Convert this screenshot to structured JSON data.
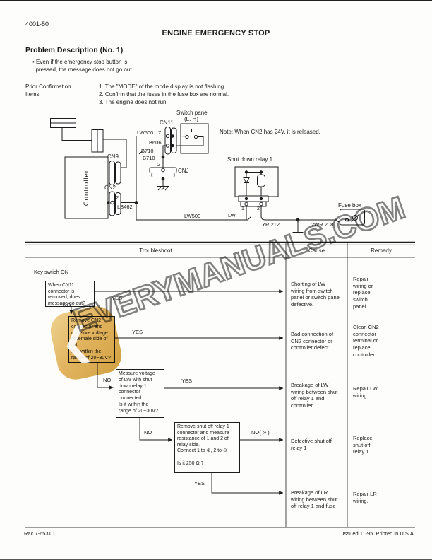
{
  "page": {
    "code": "4001-50",
    "title": "ENGINE EMERGENCY STOP"
  },
  "problem": {
    "heading": "Problem Description (No. 1)",
    "bullet": "• Even if the emergency stop button is\n  pressed, the message does not go out."
  },
  "prior": {
    "label": "Prior Confirmation\nItems",
    "items": "1. The \"MODE\" of the mode display is not flashing.\n2. Confirm that the fuses in the fuse box are normal.\n3. The engine does not run."
  },
  "diagram": {
    "note": "Note: When CN2 has 24V, it is released.",
    "switch_panel": "Switch panel",
    "switch_panel_sub": "(L. H)",
    "cn11": "CN11",
    "pin7": "7",
    "lw500_top": "LW500",
    "b606": "B606",
    "b710_a": "B710",
    "b710_b": "B710",
    "pin2_cnj": "2",
    "cnj": "CNJ",
    "cn9": "CN9",
    "cn2": "CN2",
    "pin2_cn2": "2",
    "lb462": "LB462",
    "controller": "Controller",
    "shutdown_relay": "Shut down relay 1",
    "relay_pin1": "1",
    "relay_pin2": "2",
    "lw500_bottom": "LW500",
    "lw": "LW",
    "yr212": "YR 212",
    "wr208": "2WR 208",
    "fuse_box": "Fuse box"
  },
  "table": {
    "col_troubleshoot": "Troubleshoot",
    "col_cause": "Cause",
    "col_remedy": "Remedy"
  },
  "flowchart": {
    "start": "Key swtich ON",
    "box1": "When CN11\nconnector is\nremoved, does\nmessage go out?",
    "box2": "Remove CN2\nconnector and\nmeasure voltage\nof female side of\nLB.\nIs it within the\nrange of 20~30V?",
    "box3": "Measure voltage\nof LW with shut\ndown relay 1\nconnector\nconnected.\nIs it within the\nrange of 20~30V?",
    "box4": "Remove shut off relay 1\nconnector and measure\nresistance of 1 and 2 of\nrelay side.\nConnect 1 to ⊕, 2 to ⊖\n\nIs it 250 Ω ?",
    "yes1": "YES",
    "no1": "NO",
    "yes2": "YES",
    "no2": "NO",
    "yes3": "YES",
    "no3": "NO",
    "no4": "NO( ∞ )",
    "yes4": "YES"
  },
  "rows": [
    {
      "cause": "Shorting of LW\nwiring from switch\npanel or switch panel\ndefective.",
      "remedy": "Repair\nwiring or\nreplace\nswitch\npanel."
    },
    {
      "cause": "Bad connection of\nCN2 connector or\ncontroller defect",
      "remedy": "Clean CN2\nconnector\nterminal or\nreplace\ncontroller."
    },
    {
      "cause": "Breakage of LW\nwiring between shut\noff relay 1 and\ncontroller",
      "remedy": "Repair LW\nwiring."
    },
    {
      "cause": "Defective shut off\nrelay 1",
      "remedy": "Replace\nshut off\nrelay 1."
    },
    {
      "cause": "Breakage of LR\nwiring between shut\noff relay 1 and fuse",
      "remedy": "Repair LR\nwiring."
    }
  ],
  "footer": {
    "left": "Rac 7-65310",
    "right": "Issued 11-95  Printed in U.S.A."
  },
  "watermark": {
    "text": "EVERYMANUALS.COM"
  }
}
